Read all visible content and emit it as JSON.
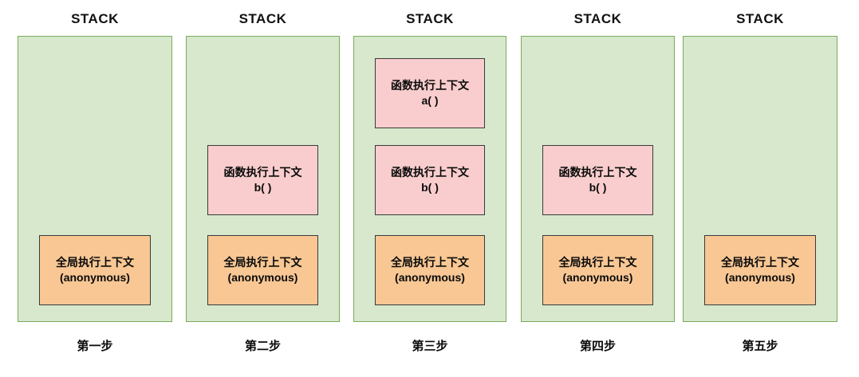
{
  "diagram": {
    "title_label": "STACK",
    "colors": {
      "stack_background": "#d7e8cd",
      "stack_border": "#7aab5a",
      "global_context_fill": "#f8c794",
      "function_context_fill": "#f9cdcd",
      "frame_border": "#3a3a3a",
      "text": "#0a0a0a"
    },
    "frame_labels": {
      "global_line1": "全局执行上下文",
      "global_line2": "(anonymous)",
      "function_line1": "函数执行上下文",
      "function_a": "a( )",
      "function_b": "b( )"
    },
    "columns": [
      {
        "title": "STACK",
        "step_label": "第一步",
        "frames": [
          {
            "slot": "bottom",
            "type": "global",
            "line1": "全局执行上下文",
            "line2": "(anonymous)"
          }
        ]
      },
      {
        "title": "STACK",
        "step_label": "第二步",
        "frames": [
          {
            "slot": "mid",
            "type": "function",
            "line1": "函数执行上下文",
            "line2": "b( )"
          },
          {
            "slot": "bottom",
            "type": "global",
            "line1": "全局执行上下文",
            "line2": "(anonymous)"
          }
        ]
      },
      {
        "title": "STACK",
        "step_label": "第三步",
        "frames": [
          {
            "slot": "top",
            "type": "function",
            "line1": "函数执行上下文",
            "line2": "a( )"
          },
          {
            "slot": "mid",
            "type": "function",
            "line1": "函数执行上下文",
            "line2": "b( )"
          },
          {
            "slot": "bottom",
            "type": "global",
            "line1": "全局执行上下文",
            "line2": "(anonymous)"
          }
        ]
      },
      {
        "title": "STACK",
        "step_label": "第四步",
        "frames": [
          {
            "slot": "mid",
            "type": "function",
            "line1": "函数执行上下文",
            "line2": "b( )"
          },
          {
            "slot": "bottom",
            "type": "global",
            "line1": "全局执行上下文",
            "line2": "(anonymous)"
          }
        ]
      },
      {
        "title": "STACK",
        "step_label": "第五步",
        "frames": [
          {
            "slot": "bottom",
            "type": "global",
            "line1": "全局执行上下文",
            "line2": "(anonymous)"
          }
        ]
      }
    ]
  }
}
